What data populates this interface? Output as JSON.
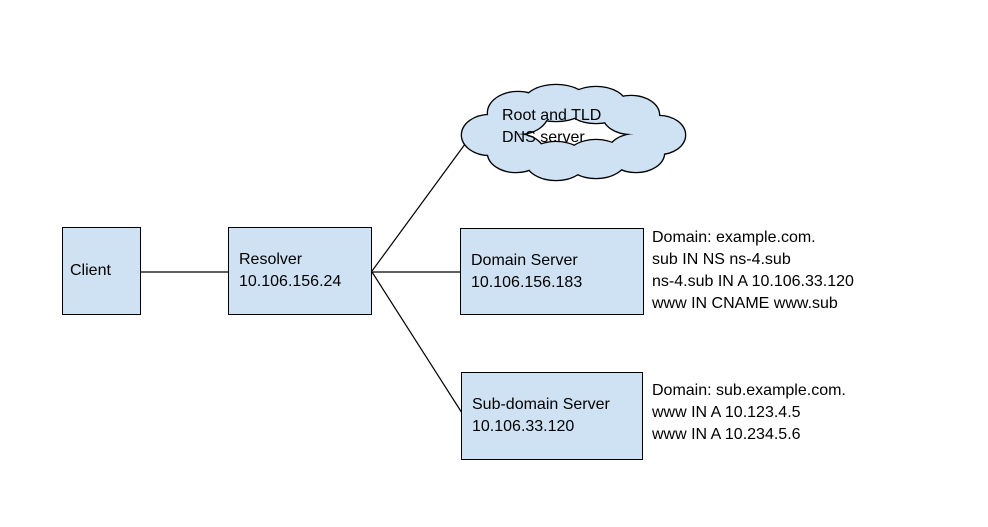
{
  "diagram": {
    "title": "DNS resolution diagram",
    "colors": {
      "node_fill": "#cfe2f3",
      "node_border": "#000000",
      "connector": "#000000",
      "text": "#000000",
      "background": "#ffffff"
    },
    "nodes": {
      "client": {
        "label": "Client"
      },
      "resolver": {
        "label": "Resolver",
        "ip": "10.106.156.24"
      },
      "root_tld_cloud": {
        "line1": "Root and TLD",
        "line2": "DNS server"
      },
      "domain_server": {
        "label": "Domain Server",
        "ip": "10.106.156.183"
      },
      "subdomain_server": {
        "label": "Sub-domain Server",
        "ip": "10.106.33.120"
      }
    },
    "edges": [
      {
        "from": "client",
        "to": "resolver"
      },
      {
        "from": "resolver",
        "to": "root_tld_cloud"
      },
      {
        "from": "resolver",
        "to": "domain_server"
      },
      {
        "from": "resolver",
        "to": "subdomain_server"
      }
    ],
    "annotations": {
      "domain": {
        "lines": [
          "Domain: example.com.",
          "sub IN NS ns-4.sub",
          "ns-4.sub IN A 10.106.33.120",
          "www IN CNAME www.sub"
        ]
      },
      "subdomain": {
        "lines": [
          "Domain: sub.example.com.",
          "www IN A 10.123.4.5",
          "www IN A 10.234.5.6"
        ]
      }
    }
  }
}
